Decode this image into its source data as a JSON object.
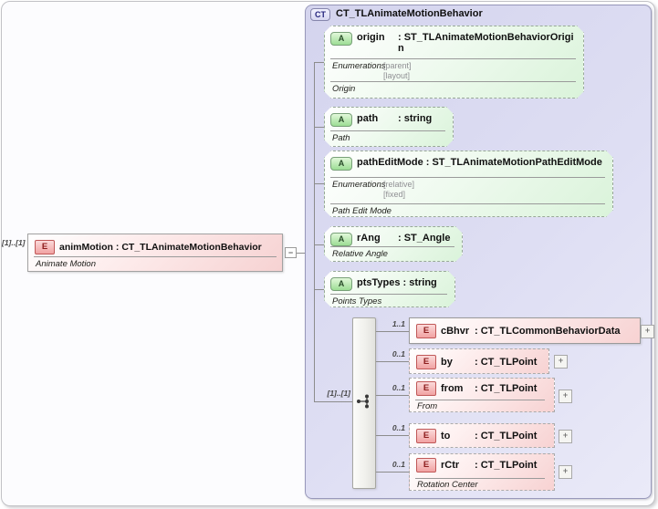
{
  "root": {
    "cardinality": "[1]..[1]",
    "badge": "E",
    "name": "animMotion",
    "type": ": CT_TLAnimateMotionBehavior",
    "annotation": "Animate Motion",
    "collapse_glyph": "−"
  },
  "ct": {
    "badge": "CT",
    "title": "CT_TLAnimateMotionBehavior",
    "attrs": [
      {
        "badge": "A",
        "name": "origin",
        "type": ": ST_TLAnimateMotionBehaviorOrigin",
        "enum_label": "Enumerations",
        "enums": [
          "[parent]",
          "[layout]"
        ],
        "annotation": "Origin"
      },
      {
        "badge": "A",
        "name": "path",
        "type": ": string",
        "annotation": "Path"
      },
      {
        "badge": "A",
        "name": "pathEditMode",
        "type": ": ST_TLAnimateMotionPathEditMode",
        "enum_label": "Enumerations",
        "enums": [
          "[relative]",
          "[fixed]"
        ],
        "annotation": "Path Edit Mode"
      },
      {
        "badge": "A",
        "name": "rAng",
        "type": ": ST_Angle",
        "annotation": "Relative Angle"
      },
      {
        "badge": "A",
        "name": "ptsTypes",
        "type": ": string",
        "annotation": "Points Types"
      }
    ],
    "seq": {
      "cardinality": "[1]..[1]",
      "elems": [
        {
          "badge": "E",
          "cardinality": "1..1",
          "name": "cBhvr",
          "type": ": CT_TLCommonBehaviorData",
          "expand": "+"
        },
        {
          "badge": "E",
          "cardinality": "0..1",
          "name": "by",
          "type": ": CT_TLPoint",
          "expand": "+"
        },
        {
          "badge": "E",
          "cardinality": "0..1",
          "name": "from",
          "type": ": CT_TLPoint",
          "annotation": "From",
          "expand": "+"
        },
        {
          "badge": "E",
          "cardinality": "0..1",
          "name": "to",
          "type": ": CT_TLPoint",
          "expand": "+"
        },
        {
          "badge": "E",
          "cardinality": "0..1",
          "name": "rCtr",
          "type": ": CT_TLPoint",
          "annotation": "Rotation Center",
          "expand": "+"
        }
      ]
    }
  },
  "colors": {
    "complex_type_fill": "#dcdcf2",
    "attribute_fill": "#ddf3dd",
    "element_fill": "#f7d2d2",
    "connector": "#8c8c8c"
  }
}
